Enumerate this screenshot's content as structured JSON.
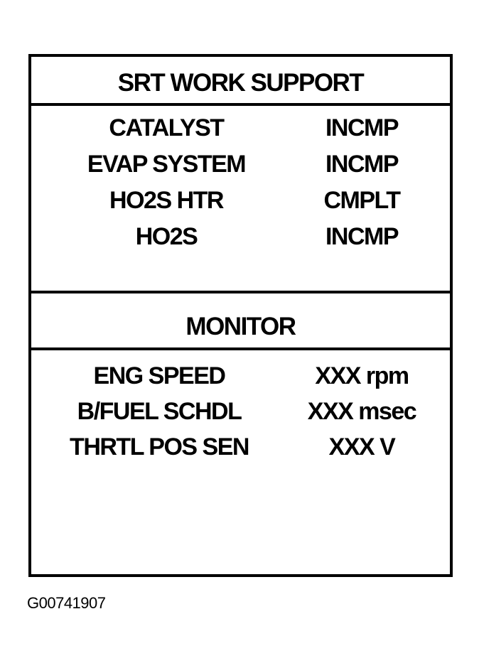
{
  "screen": {
    "srt_title": "SRT WORK SUPPORT",
    "srt_items": [
      {
        "label": "CATALYST",
        "status": "INCMP"
      },
      {
        "label": "EVAP SYSTEM",
        "status": "INCMP"
      },
      {
        "label": "HO2S HTR",
        "status": "CMPLT"
      },
      {
        "label": "HO2S",
        "status": "INCMP"
      }
    ],
    "monitor_title": "MONITOR",
    "monitor_items": [
      {
        "label": "ENG SPEED",
        "value": "XXX rpm"
      },
      {
        "label": "B/FUEL SCHDL",
        "value": "XXX msec"
      },
      {
        "label": "THRTL POS SEN",
        "value": "XXX V"
      }
    ]
  },
  "figure_id": "G00741907"
}
